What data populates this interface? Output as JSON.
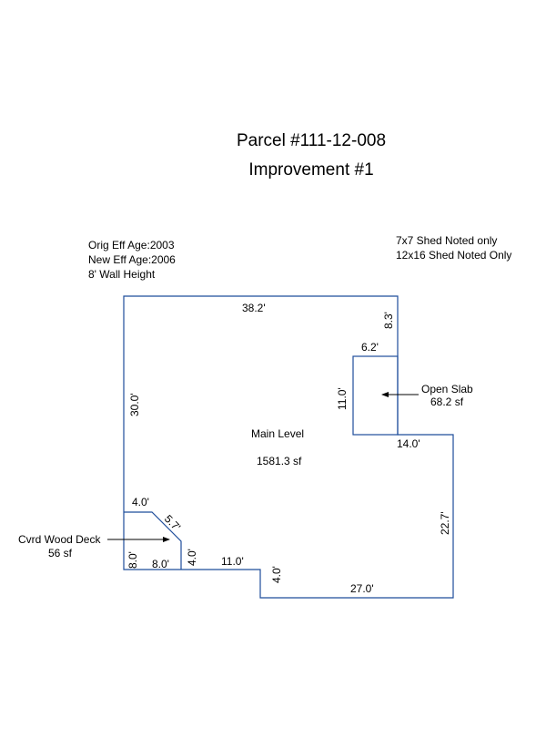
{
  "header": {
    "parcel": "Parcel #111-12-008",
    "improvement": "Improvement #1"
  },
  "notes": {
    "left": [
      "Orig Eff Age:2003",
      "New Eff Age:2006",
      "8' Wall Height"
    ],
    "right": [
      "7x7 Shed Noted only",
      "12x16 Shed Noted Only"
    ]
  },
  "areas": {
    "main": {
      "label": "Main Level",
      "area": "1581.3 sf"
    },
    "slab": {
      "label": "Open Slab",
      "area": "68.2 sf"
    },
    "deck": {
      "label": "Cvrd Wood Deck",
      "area": "56 sf"
    }
  },
  "dimensions": {
    "top": "38.2'",
    "right_top": "8.3'",
    "slab_top": "6.2'",
    "slab_left": "11.0'",
    "left": "30.0'",
    "step_top": "14.0'",
    "right": "22.7'",
    "bottom_right": "27.0'",
    "step_down": "4.0'",
    "bottom_mid": "11.0'",
    "deck_right": "4.0'",
    "deck_bottom": "8.0'",
    "deck_left": "8.0'",
    "deck_top": "4.0'",
    "deck_diag": "5.7'"
  },
  "colors": {
    "outline": "#1f4e9b",
    "arrow": "#000000"
  }
}
